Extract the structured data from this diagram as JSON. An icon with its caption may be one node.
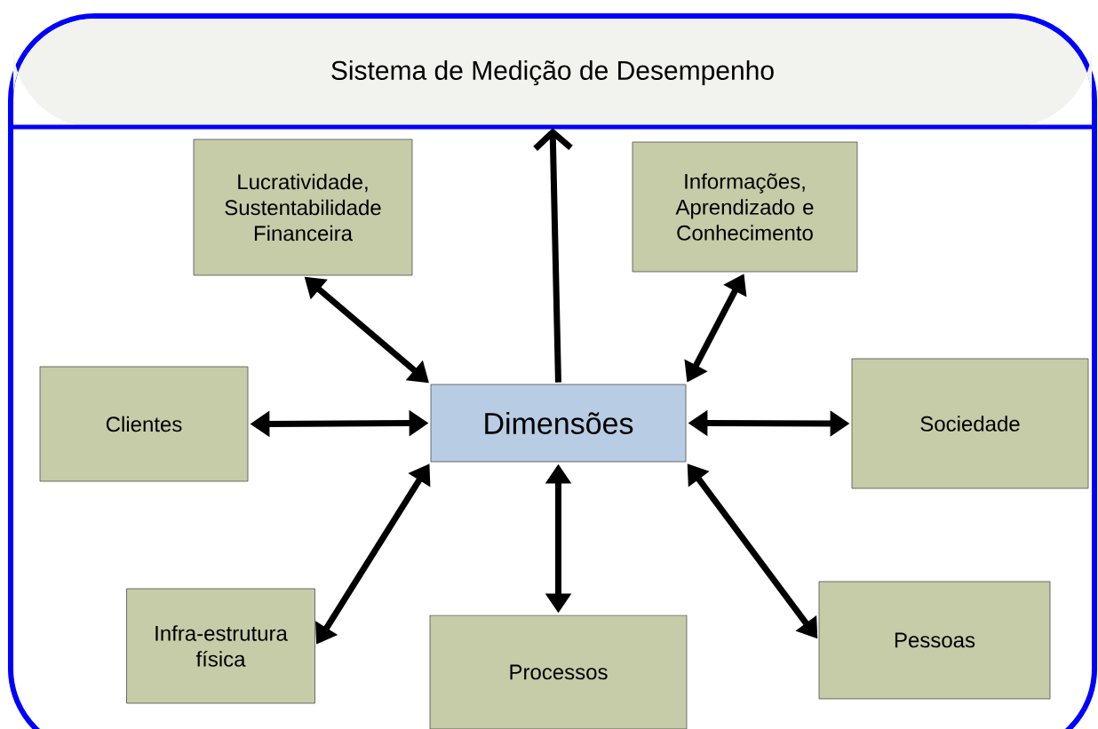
{
  "diagram": {
    "nodes": [
      {
        "text": [
          "Sistema de Medição de Desempenho"
        ]
      },
      {
        "text": [
          "Lucratividade, Sustentabilidade Financeira"
        ]
      },
      {
        "text": [
          "Informações, Aprendizado e Conhecimento"
        ]
      },
      {
        "text": [
          "Clientes"
        ]
      },
      {
        "text": [
          "Dimensões"
        ]
      },
      {
        "text": [
          "Sociedade"
        ]
      },
      {
        "text": [
          "Infra-estrutura física"
        ]
      },
      {
        "text": [
          "Processos"
        ]
      },
      {
        "text": [
          "Pessoas"
        ]
      }
    ],
    "edges": [
      {
        "from": 4,
        "to": 0,
        "arrow": "to"
      },
      {
        "from": 4,
        "to": 1,
        "arrow": "both"
      },
      {
        "from": 4,
        "to": 2,
        "arrow": "both"
      },
      {
        "from": 4,
        "to": 3,
        "arrow": "both"
      },
      {
        "from": 4,
        "to": 5,
        "arrow": "both"
      },
      {
        "from": 4,
        "to": 6,
        "arrow": "both"
      },
      {
        "from": 4,
        "to": 7,
        "arrow": "both"
      },
      {
        "from": 4,
        "to": 8,
        "arrow": "both"
      }
    ]
  }
}
